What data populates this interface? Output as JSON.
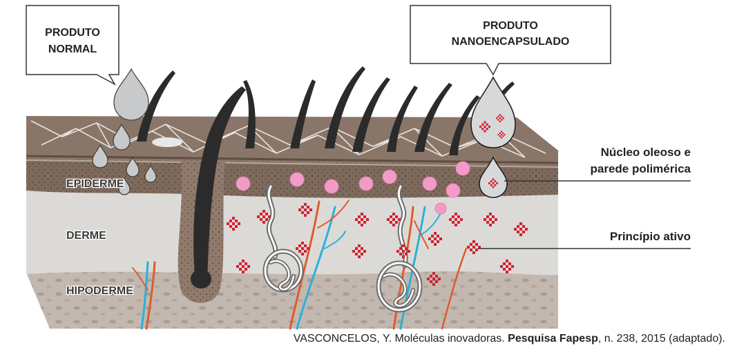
{
  "callouts": {
    "normal_product": [
      "PRODUTO",
      "NORMAL"
    ],
    "nano_product": [
      "PRODUTO",
      "NANOENCAPSULADO"
    ]
  },
  "layers": {
    "epidermis": "EPIDERME",
    "dermis": "DERME",
    "hypodermis": "HIPODERME"
  },
  "legend": {
    "capsule": [
      "Núcleo oleoso e",
      "parede polimérica"
    ],
    "active": "Princípio ativo"
  },
  "citation": {
    "before": "VASCONCELOS, Y. Moléculas inovadoras. ",
    "journal": "Pesquisa Fapesp",
    "after": ", n. 238, 2015 (adaptado)."
  },
  "colors": {
    "surface": "#8a7668",
    "epidermis": "#7e6a5c",
    "dermis": "#dcdad7",
    "hypodermis": "#c2b8b0",
    "hair": "#2b2b2b",
    "capsule": "#f39bc7",
    "active": "#d4202f",
    "vein": "#27b2d8",
    "artery": "#e05a2a",
    "drop": "#c8c9cb"
  }
}
